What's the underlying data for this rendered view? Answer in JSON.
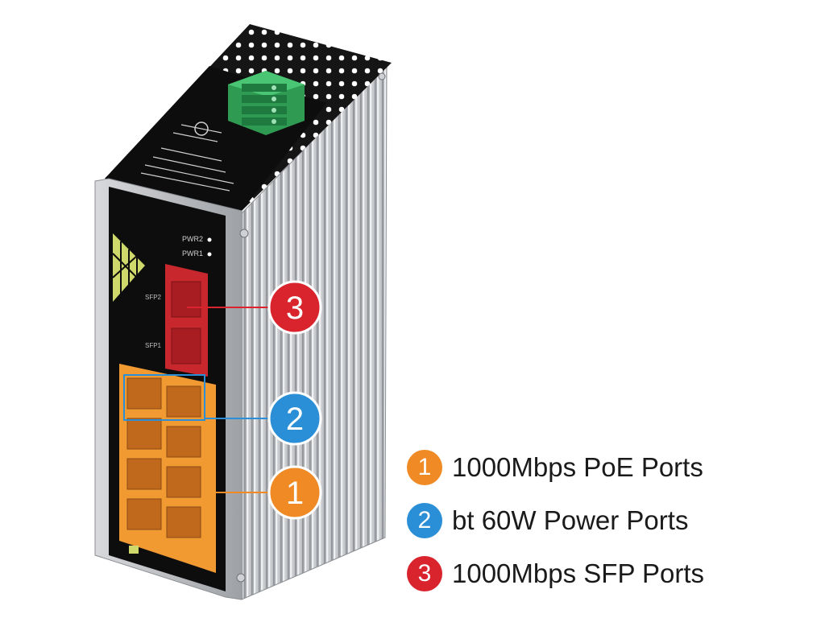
{
  "callouts": [
    {
      "number": "1",
      "color": "#f08a24",
      "label": "1000Mbps PoE Ports"
    },
    {
      "number": "2",
      "color": "#2a8fd6",
      "label": "bt 60W Power Ports"
    },
    {
      "number": "3",
      "color": "#d9232d",
      "label": "1000Mbps SFP Ports"
    }
  ],
  "device": {
    "led_labels": [
      "PWR2",
      "PWR1"
    ],
    "sfp_labels": [
      "SFP2",
      "SFP1"
    ],
    "terminal_color": "#3fb866",
    "body_color": "#0d0d0d",
    "heatsink_color": "#c9cbcf",
    "poe_panel_color": "#f29a32",
    "sfp_panel_color": "#c8282d"
  }
}
